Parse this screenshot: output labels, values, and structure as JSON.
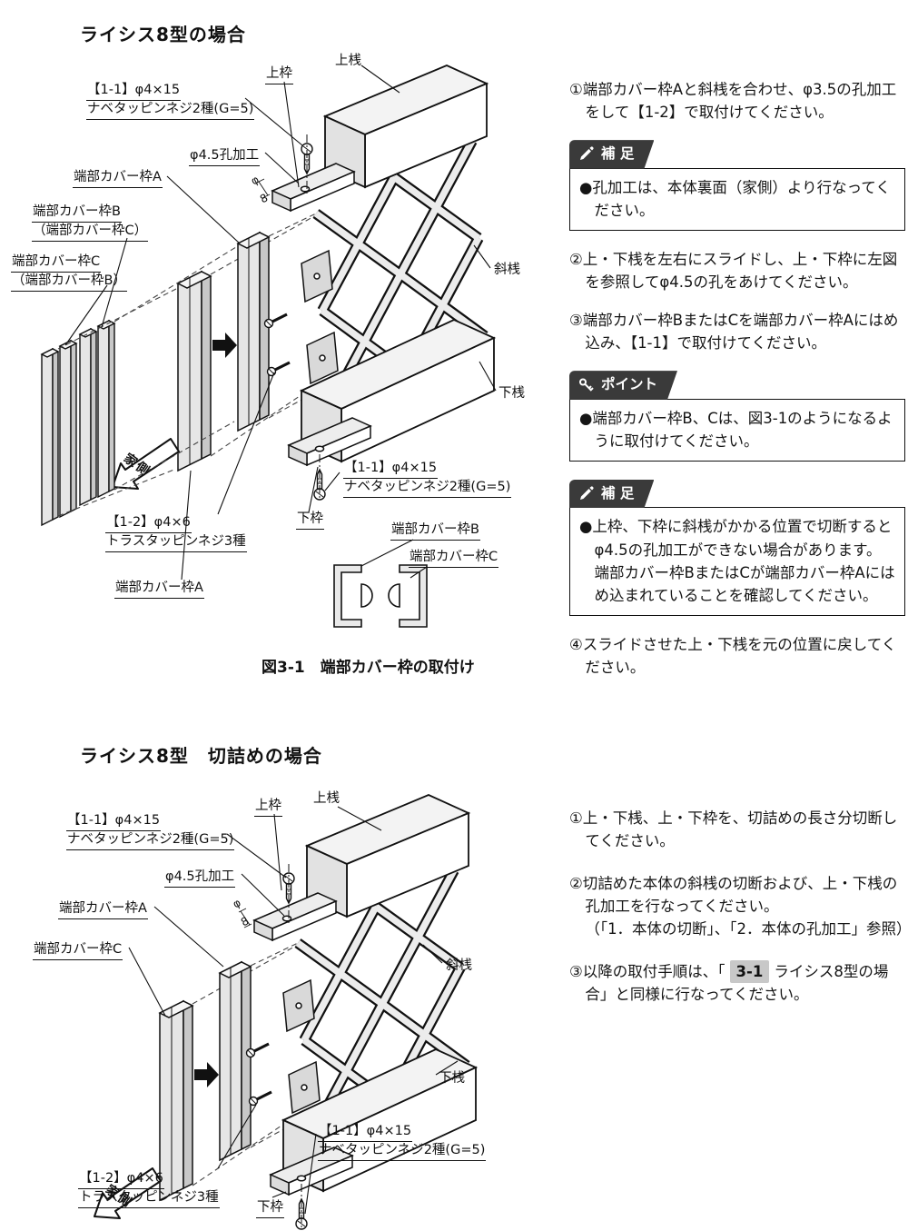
{
  "colors": {
    "tab_bg": "#3a3a3a",
    "badge_bg": "#c8c8c8",
    "line": "#111111"
  },
  "icons": {
    "note": "pencil-icon",
    "point": "key-icon"
  },
  "section1": {
    "title": "ライシス8型の場合",
    "diagram": {
      "top_frame": "上枠",
      "top_rail": "上桟",
      "screw11_l1": "【1-1】φ4×15",
      "screw11_l2": "ナベタッピンネジ2種(G=5)",
      "hole": "φ4.5孔加工",
      "cover_a_top": "端部カバー枠A",
      "cover_b_l1": "端部カバー枠B",
      "cover_b_l2": "（端部カバー枠C）",
      "cover_c_l1": "端部カバー枠C",
      "cover_c_l2": "（端部カバー枠B）",
      "diagonal_rail": "斜桟",
      "bottom_rail": "下桟",
      "bottom_frame": "下枠",
      "screw12_l1": "【1-2】φ4×6",
      "screw12_l2": "トラスタッピンネジ3種",
      "cover_a_bottom": "端部カバー枠A",
      "section_cover_b": "端部カバー枠B",
      "section_cover_c": "端部カバー枠C",
      "house_side": "家側",
      "dim_phi": "φ",
      "dim_8": "8",
      "caption": "図3-1　端部カバー枠の取付け"
    },
    "steps": {
      "s1": "①端部カバー枠Aと斜桟を合わせ、φ3.5の孔加工をして【1-2】で取付けてください。",
      "s2": "②上・下桟を左右にスライドし、上・下枠に左図を参照してφ4.5の孔をあけてください。",
      "s3": "③端部カバー枠BまたはCを端部カバー枠Aにはめ込み、【1-1】で取付けてください。",
      "s4": "④スライドさせた上・下桟を元の位置に戻してください。"
    },
    "note1": {
      "title": "補 足",
      "body": "●孔加工は、本体裏面（家側）より行なってください。"
    },
    "point": {
      "title": "ポイント",
      "body": "●端部カバー枠B、Cは、図3-1のようになるように取付けてください。"
    },
    "note2": {
      "title": "補 足",
      "body": "●上枠、下枠に斜桟がかかる位置で切断するとφ4.5の孔加工ができない場合があります。端部カバー枠BまたはCが端部カバー枠Aにはめ込まれていることを確認してください。"
    }
  },
  "section2": {
    "title": "ライシス8型　切詰めの場合",
    "diagram": {
      "top_frame": "上枠",
      "top_rail": "上桟",
      "screw11_l1": "【1-1】φ4×15",
      "screw11_l2": "ナベタッピンネジ2種(G=5)",
      "hole": "φ4.5孔加工",
      "cover_a": "端部カバー枠A",
      "cover_c": "端部カバー枠C",
      "diagonal_rail": "斜桟",
      "bottom_rail": "下桟",
      "bottom_frame": "下枠",
      "screw12_l1": "【1-2】φ4×6",
      "screw12_l2": "トラスタッピンネジ3種",
      "house_side": "家側",
      "dim_phi": "φ",
      "dim_8": "8"
    },
    "steps": {
      "s1": "①上・下桟、上・下枠を、切詰めの長さ分切断してください。",
      "s2": "②切詰めた本体の斜桟の切断および、上・下桟の孔加工を行なってください。",
      "s2_ref": "（「1．本体の切断」、「2．本体の孔加工」参照）",
      "s3_pre": "③以降の取付手順は、「",
      "s3_badge": "3-1",
      "s3_post": "ライシス8型の場合」と同様に行なってください。"
    }
  }
}
